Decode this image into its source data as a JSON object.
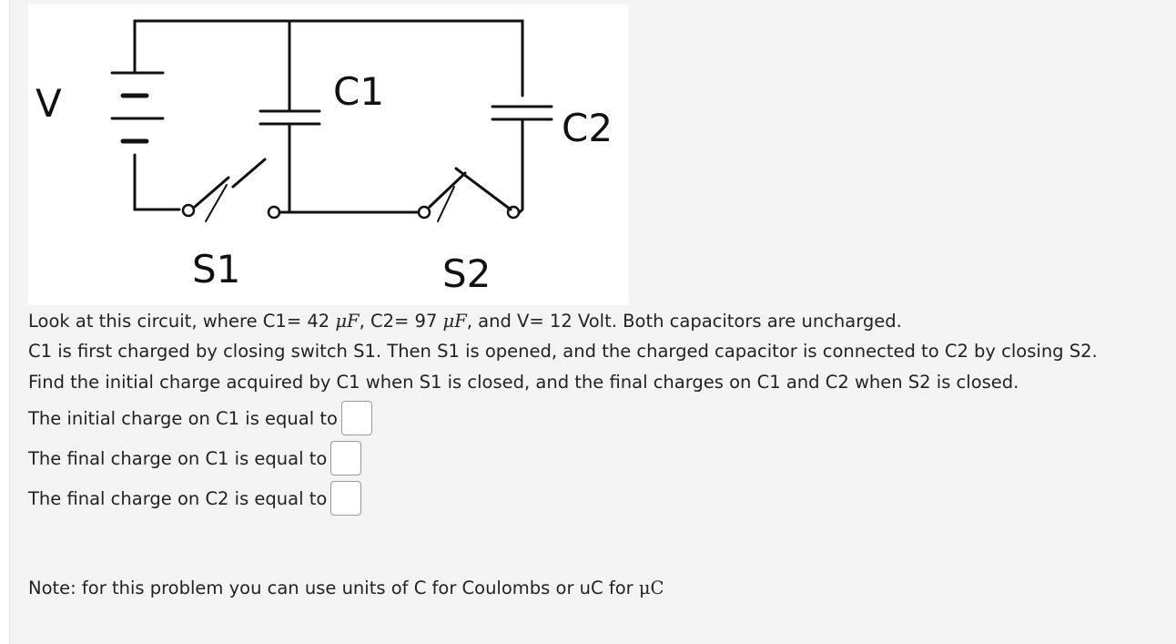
{
  "figure": {
    "labels": {
      "voltage": "V",
      "capacitor_1": "C1",
      "capacitor_2": "C2",
      "switch_1": "S1",
      "switch_2": "S2"
    }
  },
  "problem": {
    "line1": {
      "pre": "Look at this circuit, where C1= 42 ",
      "unit1": "μF",
      "mid": ", C2= 97 ",
      "unit2": "μF",
      "post": ", and V= 12 Volt. Both capacitors are uncharged."
    },
    "line2": "C1 is first charged by closing switch S1. Then S1 is opened, and the charged capacitor is connected to C2 by closing S2.",
    "line3": "Find the initial charge acquired by C1 when S1 is closed, and the final charges on C1 and C2 when S2 is closed."
  },
  "answers": [
    {
      "label": "The initial charge on C1 is equal to",
      "value": ""
    },
    {
      "label": "The final charge on C1 is equal to",
      "value": ""
    },
    {
      "label": "The final charge on C2 is equal to",
      "value": ""
    }
  ],
  "note": {
    "text": "Note: for this problem you can use units of C for Coulombs or uC for ",
    "unit": "μC"
  }
}
